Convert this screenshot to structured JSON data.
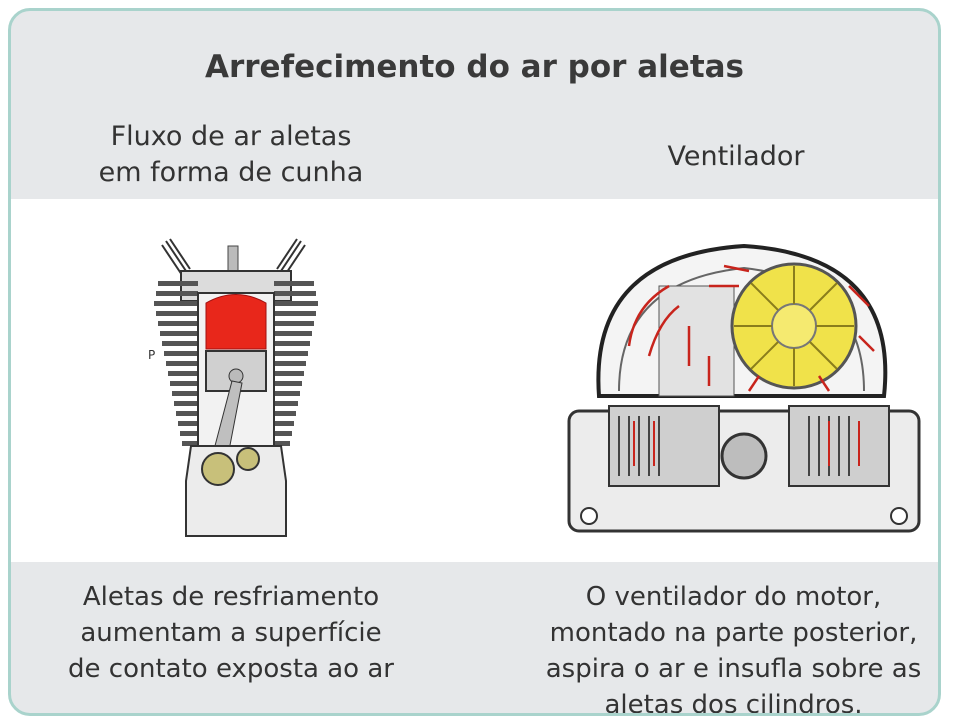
{
  "title": "Arrefecimento do ar por aletas",
  "left": {
    "subtitle": "Fluxo de ar aletas\nem forma de cunha",
    "caption": "Aletas de resfriamento\naumentam a superfície\nde contato exposta ao ar",
    "marker": "P"
  },
  "right": {
    "subtitle": "Ventilador",
    "caption": "O ventilador do motor,\nmontado na parte posterior,\naspira o ar e insufla sobre as\naletas dos cilindros."
  },
  "colors": {
    "frame": "#a9d3cc",
    "panel": "#e6e8ea",
    "combustion": "#e8271b",
    "fan": "#f0e24a",
    "arrows": "#c8241c"
  }
}
